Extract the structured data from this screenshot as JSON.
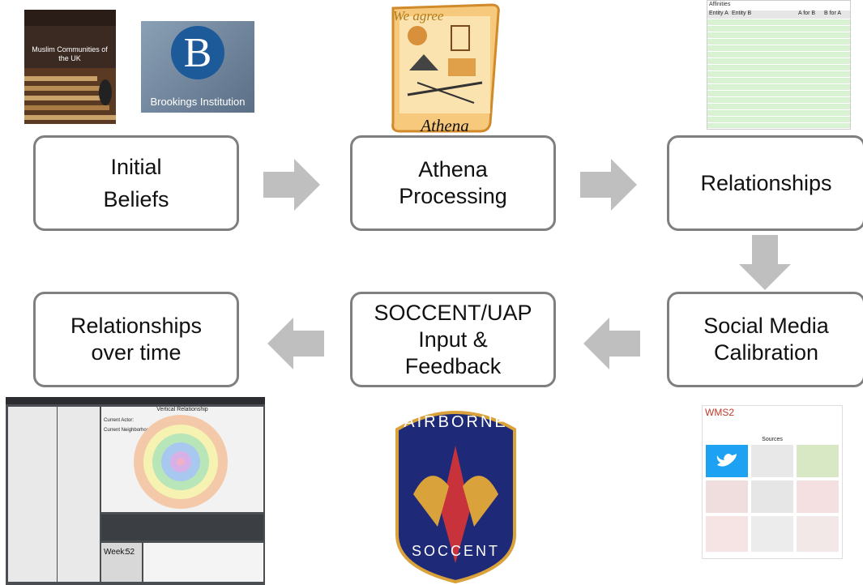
{
  "boxes": {
    "initial_beliefs": {
      "line1": "Initial",
      "line2": "Beliefs"
    },
    "athena_processing": {
      "line1": "Athena",
      "line2": "Processing"
    },
    "relationships": {
      "line1": "Relationships"
    },
    "social_media": {
      "line1": "Social Media",
      "line2": "Calibration"
    },
    "soccent": {
      "line1": "SOCCENT/UAP",
      "line2": "Input &",
      "line3": "Feedback"
    },
    "over_time": {
      "line1": "Relationships",
      "line2": "over time"
    }
  },
  "images": {
    "report_title": "Muslim Communities of the UK",
    "brookings_letter": "B",
    "brookings_name": "Brookings Institution",
    "athena_label": "Athena",
    "athena_banner": "We agree",
    "affinities_title": "Affinities",
    "affinities_headers": [
      "Entity A",
      "Entity B",
      "A for B",
      "B for A"
    ],
    "vertical_title": "Vertical Relationship",
    "vertical_actor_label": "Current Actor:",
    "vertical_neighborhood_label": "Current Neighborhood:",
    "week_label": "Week:",
    "week_value": "52",
    "airborne_top": "AIRBORNE",
    "airborne_bottom": "SOCCENT",
    "wms_title": "WMS2",
    "wms_sources": "Sources"
  },
  "colors": {
    "box_border": "#7f7f7f",
    "arrow": "#bfbfbf"
  }
}
